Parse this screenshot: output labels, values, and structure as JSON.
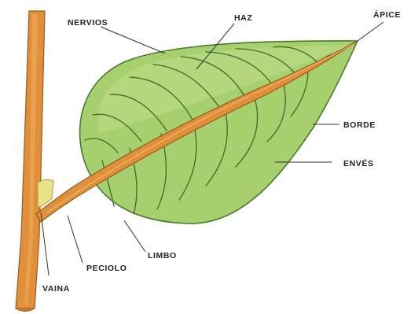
{
  "diagram": {
    "labels": {
      "nervios": "NERVIOS",
      "haz": "HAZ",
      "apice": "ÁPICE",
      "borde": "BORDE",
      "enves": "ENVÉS",
      "limbo": "LIMBO",
      "peciolo": "PECIOLO",
      "vaina": "VAINA"
    },
    "colors": {
      "leaf_fill": "#a6cf6e",
      "leaf_light": "#bfdf8c",
      "leaf_outline": "#4a7a2c",
      "vein": "#3f6a2a",
      "stem": "#e0903a",
      "stem_outline": "#9a5a1e",
      "sheath": "#e9e08a",
      "text": "#222222"
    }
  }
}
